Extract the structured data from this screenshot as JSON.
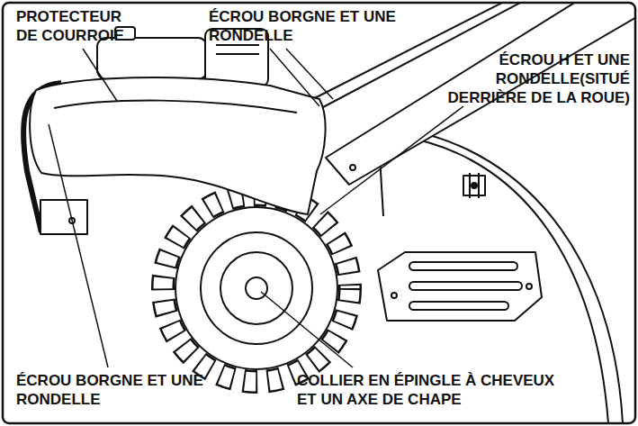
{
  "diagram": {
    "labels": [
      "PROTECTEUR DE COURROIE",
      "ÉCROU BORGNE ET UNE RONDELLE",
      "ÉCROU H ET UNE RONDELLE(SITUÉ DERRIÈRE DE LA ROUE)",
      "ÉCROU BORGNE ET UNE RONDELLE",
      "COLLIER EN ÉPINGLE À CHEVEUX ET UN AXE DE CHAPE"
    ]
  }
}
